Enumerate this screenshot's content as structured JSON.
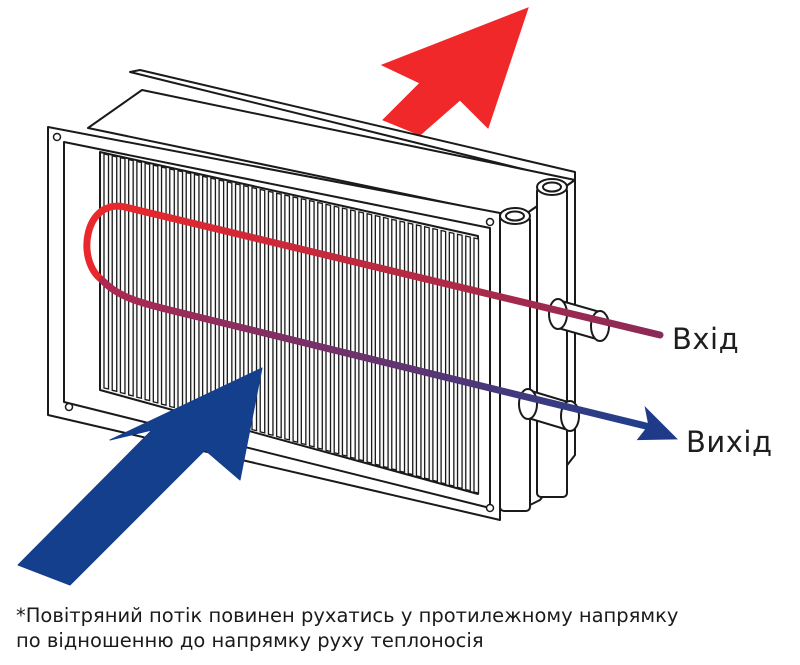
{
  "labels": {
    "inlet": "Вхід",
    "outlet": "Вихід"
  },
  "footnote": {
    "line1": "*Повітряний потік повинен рухатись у протилежному напрямку",
    "line2": "по відношенню до напрямку руху теплоносія"
  },
  "colors": {
    "hot_air_arrow": "#f0282a",
    "cold_air_arrow": "#143f8c",
    "pipe_hot": "#e8282c",
    "pipe_mid": "#8a2a6a",
    "pipe_cold": "#203a8a",
    "outline": "#1a1a1a"
  },
  "icons": {
    "hot_air": "arrow-up-right-icon",
    "cold_air": "arrow-up-right-icon",
    "outlet_direction": "arrow-right-icon"
  }
}
